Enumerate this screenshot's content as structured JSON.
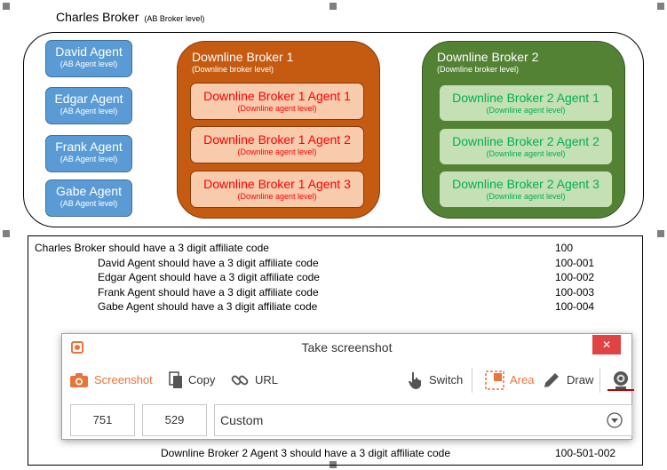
{
  "document": {
    "title": "Charles Broker",
    "title_sub": "(AB Broker level)",
    "ab_agents": [
      {
        "name": "David Agent",
        "level": "(AB Agent level)"
      },
      {
        "name": "Edgar Agent",
        "level": "(AB Agent level)"
      },
      {
        "name": "Frank Agent",
        "level": "(AB Agent level)"
      },
      {
        "name": "Gabe Agent",
        "level": "(AB Agent level)"
      }
    ],
    "brokers": [
      {
        "name": "Downline Broker 1",
        "level": "(Downline broker level)",
        "color": "#c55a11",
        "agents": [
          {
            "name": "Downline Broker 1 Agent 1",
            "level": "(Downline agent level)"
          },
          {
            "name": "Downline Broker 1 Agent 2",
            "level": "(Downline agent level)"
          },
          {
            "name": "Downline Broker 1 Agent 3",
            "level": "(Downline agent level)"
          }
        ]
      },
      {
        "name": "Downline Broker 2",
        "level": "(Downline broker level)",
        "color": "#548235",
        "agents": [
          {
            "name": "Downline Broker 2 Agent 1",
            "level": "(Downline agent level)"
          },
          {
            "name": "Downline Broker 2 Agent 2",
            "level": "(Downline agent level)"
          },
          {
            "name": "Downline Broker 2 Agent 3",
            "level": "(Downline agent level)"
          }
        ]
      }
    ],
    "rules": [
      {
        "text": "Charles Broker should have a 3 digit affiliate code",
        "code": "100"
      },
      {
        "text": "David Agent should have a 3 digit affiliate code",
        "code": "100-001"
      },
      {
        "text": "Edgar Agent should have a 3 digit affiliate code",
        "code": "100-002"
      },
      {
        "text": "Frank Agent should have a 3 digit affiliate code",
        "code": "100-003"
      },
      {
        "text": "Gabe Agent should have a 3 digit affiliate code",
        "code": "100-004"
      },
      {
        "text": "Downline Broker 2 Agent 3 should have a 3 digit affiliate code",
        "code": "100-501-002"
      }
    ]
  },
  "screenshot_dialog": {
    "title": "Take screenshot",
    "close_label": "✕",
    "toolbar": {
      "screenshot": "Screenshot",
      "copy": "Copy",
      "url": "URL",
      "switch": "Switch",
      "area": "Area",
      "draw": "Draw"
    },
    "width_value": "751",
    "height_value": "529",
    "preset_value": "Custom",
    "accent_color": "#e8743b"
  }
}
